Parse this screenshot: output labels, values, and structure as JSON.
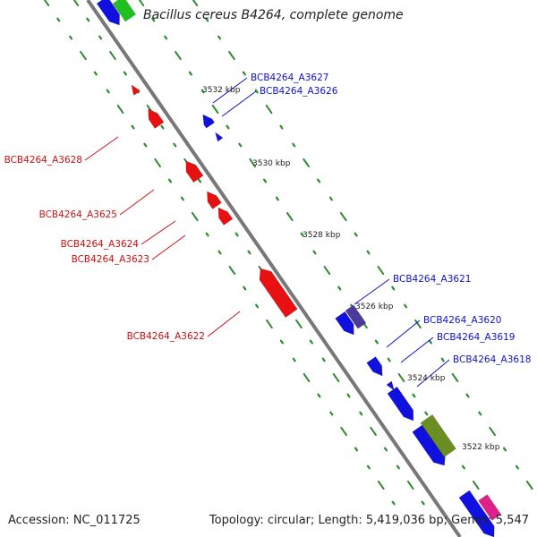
{
  "title": "Bacillus cereus B4264, complete genome",
  "footer": {
    "accession": "Accession: NC_011725",
    "summary": "Topology: circular; Length: 5,419,036 bp; Genes: 5,547"
  },
  "colors": {
    "forward_gene": "#1010e0",
    "reverse_gene": "#e81010",
    "other_gene": "#4a3a9a",
    "rna_gene": "#6b8e23",
    "other_feature": "#e0208a",
    "top_feature": "#20c020",
    "backbone": "#777777",
    "tick": "#2e8b2e",
    "forward_label": "#1010cc",
    "reverse_label": "#cc1010",
    "kbp_label": "#222222"
  },
  "kbp_labels": [
    "3532 kbp",
    "3530 kbp",
    "3528 kbp",
    "3526 kbp",
    "3524 kbp",
    "3522 kbp"
  ],
  "forward_labels": [
    "BCB4264_A3627",
    "BCB4264_A3626",
    "BCB4264_A3621",
    "BCB4264_A3620",
    "BCB4264_A3619",
    "BCB4264_A3618"
  ],
  "reverse_labels": [
    "BCB4264_A3628",
    "BCB4264_A3625",
    "BCB4264_A3624",
    "BCB4264_A3623",
    "BCB4264_A3622"
  ]
}
